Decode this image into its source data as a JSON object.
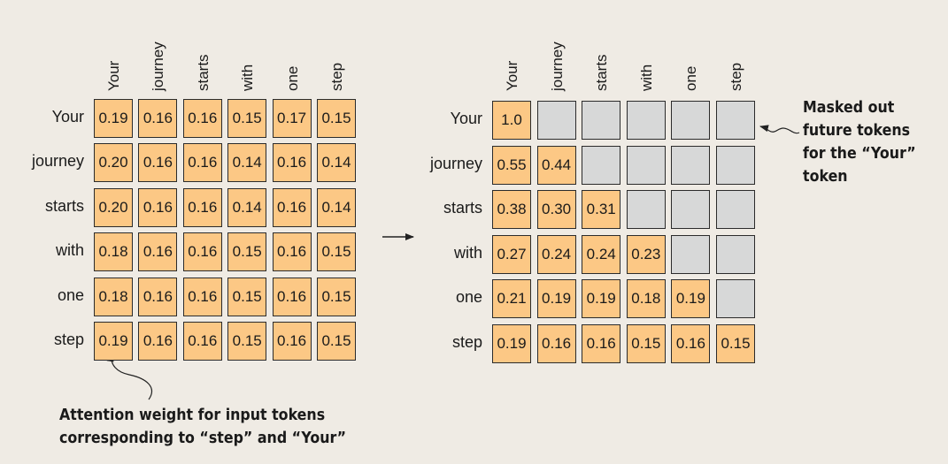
{
  "tokens": [
    "Your",
    "journey",
    "starts",
    "with",
    "one",
    "step"
  ],
  "left_matrix": [
    [
      "0.19",
      "0.16",
      "0.16",
      "0.15",
      "0.17",
      "0.15"
    ],
    [
      "0.20",
      "0.16",
      "0.16",
      "0.14",
      "0.16",
      "0.14"
    ],
    [
      "0.20",
      "0.16",
      "0.16",
      "0.14",
      "0.16",
      "0.14"
    ],
    [
      "0.18",
      "0.16",
      "0.16",
      "0.15",
      "0.16",
      "0.15"
    ],
    [
      "0.18",
      "0.16",
      "0.16",
      "0.15",
      "0.16",
      "0.15"
    ],
    [
      "0.19",
      "0.16",
      "0.16",
      "0.15",
      "0.16",
      "0.15"
    ]
  ],
  "right_matrix": [
    [
      "1.0",
      "",
      "",
      "",
      "",
      ""
    ],
    [
      "0.55",
      "0.44",
      "",
      "",
      "",
      ""
    ],
    [
      "0.38",
      "0.30",
      "0.31",
      "",
      "",
      ""
    ],
    [
      "0.27",
      "0.24",
      "0.24",
      "0.23",
      "",
      ""
    ],
    [
      "0.21",
      "0.19",
      "0.19",
      "0.18",
      "0.19",
      ""
    ],
    [
      "0.19",
      "0.16",
      "0.16",
      "0.15",
      "0.16",
      "0.15"
    ]
  ],
  "annotations": {
    "attention": [
      "Attention weight for input tokens",
      "corresponding to “step” and “Your”"
    ],
    "masked": [
      "Masked out",
      "future tokens",
      "for the “Your”",
      "token"
    ]
  },
  "colors": {
    "cell_fill": "#fcc885",
    "masked_fill": "#d7d8d8",
    "background": "#efebe4"
  }
}
